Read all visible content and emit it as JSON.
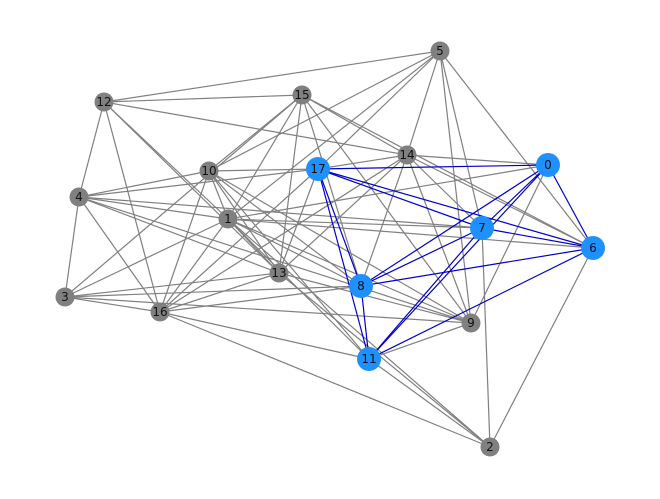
{
  "graph": {
    "colors": {
      "default_node": "#808080",
      "highlight_node": "#1E90FF",
      "default_edge": "#808080",
      "highlight_edge": "#0000CD"
    },
    "highlighted_nodes": [
      "0",
      "6",
      "7",
      "8",
      "11",
      "17"
    ],
    "nodes": [
      {
        "id": "0",
        "label": "0"
      },
      {
        "id": "1",
        "label": "1"
      },
      {
        "id": "2",
        "label": "2"
      },
      {
        "id": "3",
        "label": "3"
      },
      {
        "id": "4",
        "label": "4"
      },
      {
        "id": "5",
        "label": "5"
      },
      {
        "id": "6",
        "label": "6"
      },
      {
        "id": "7",
        "label": "7"
      },
      {
        "id": "8",
        "label": "8"
      },
      {
        "id": "9",
        "label": "9"
      },
      {
        "id": "10",
        "label": "10"
      },
      {
        "id": "11",
        "label": "11"
      },
      {
        "id": "12",
        "label": "12"
      },
      {
        "id": "13",
        "label": "13"
      },
      {
        "id": "14",
        "label": "14"
      },
      {
        "id": "15",
        "label": "15"
      },
      {
        "id": "16",
        "label": "16"
      },
      {
        "id": "17",
        "label": "17"
      }
    ],
    "edges": [
      [
        "0",
        "17"
      ],
      [
        "0",
        "7"
      ],
      [
        "0",
        "8"
      ],
      [
        "0",
        "11"
      ],
      [
        "0",
        "6"
      ],
      [
        "0",
        "14"
      ],
      [
        "0",
        "9"
      ],
      [
        "0",
        "1"
      ],
      [
        "6",
        "17"
      ],
      [
        "6",
        "7"
      ],
      [
        "6",
        "8"
      ],
      [
        "6",
        "11"
      ],
      [
        "6",
        "5"
      ],
      [
        "6",
        "2"
      ],
      [
        "6",
        "14"
      ],
      [
        "6",
        "1"
      ],
      [
        "6",
        "15"
      ],
      [
        "7",
        "17"
      ],
      [
        "7",
        "8"
      ],
      [
        "7",
        "11"
      ],
      [
        "7",
        "14"
      ],
      [
        "7",
        "4"
      ],
      [
        "7",
        "1"
      ],
      [
        "7",
        "2"
      ],
      [
        "7",
        "5"
      ],
      [
        "8",
        "17"
      ],
      [
        "8",
        "11"
      ],
      [
        "8",
        "14"
      ],
      [
        "8",
        "3"
      ],
      [
        "8",
        "1"
      ],
      [
        "8",
        "10"
      ],
      [
        "8",
        "16"
      ],
      [
        "8",
        "15"
      ],
      [
        "11",
        "17"
      ],
      [
        "11",
        "1"
      ],
      [
        "11",
        "10"
      ],
      [
        "11",
        "16"
      ],
      [
        "11",
        "9"
      ],
      [
        "11",
        "2"
      ],
      [
        "17",
        "5"
      ],
      [
        "17",
        "10"
      ],
      [
        "17",
        "4"
      ],
      [
        "17",
        "16"
      ],
      [
        "17",
        "13"
      ],
      [
        "17",
        "14"
      ],
      [
        "5",
        "12"
      ],
      [
        "5",
        "10"
      ],
      [
        "5",
        "14"
      ],
      [
        "5",
        "9"
      ],
      [
        "5",
        "1"
      ],
      [
        "15",
        "12"
      ],
      [
        "15",
        "10"
      ],
      [
        "15",
        "13"
      ],
      [
        "15",
        "14"
      ],
      [
        "15",
        "1"
      ],
      [
        "15",
        "3"
      ],
      [
        "15",
        "9"
      ],
      [
        "12",
        "4"
      ],
      [
        "12",
        "1"
      ],
      [
        "12",
        "13"
      ],
      [
        "12",
        "16"
      ],
      [
        "12",
        "14"
      ],
      [
        "14",
        "13"
      ],
      [
        "14",
        "16"
      ],
      [
        "14",
        "9"
      ],
      [
        "10",
        "4"
      ],
      [
        "10",
        "16"
      ],
      [
        "10",
        "13"
      ],
      [
        "10",
        "9"
      ],
      [
        "10",
        "1"
      ],
      [
        "4",
        "1"
      ],
      [
        "4",
        "3"
      ],
      [
        "4",
        "16"
      ],
      [
        "4",
        "13"
      ],
      [
        "4",
        "9"
      ],
      [
        "1",
        "3"
      ],
      [
        "1",
        "16"
      ],
      [
        "1",
        "13"
      ],
      [
        "1",
        "9"
      ],
      [
        "1",
        "2"
      ],
      [
        "3",
        "13"
      ],
      [
        "3",
        "16"
      ],
      [
        "3",
        "9"
      ],
      [
        "16",
        "13"
      ],
      [
        "16",
        "2"
      ],
      [
        "13",
        "9"
      ],
      [
        "13",
        "2"
      ]
    ]
  }
}
